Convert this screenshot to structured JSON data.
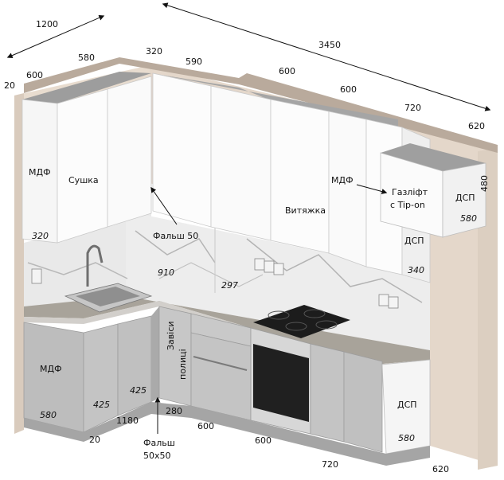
{
  "dimensions": {
    "left_width": "1200",
    "total_length": "3450",
    "top_580": "580",
    "top_320": "320",
    "top_590": "590",
    "top_600_left": "600",
    "top_600_a": "600",
    "top_600_b": "600",
    "top_720": "720",
    "top_620": "620",
    "left_20": "20",
    "upper_320": "320",
    "panel_910": "910",
    "panel_297": "297",
    "panel_340": "340",
    "hood_480": "480",
    "hood_580": "580",
    "base_580_left": "580",
    "base_425_a": "425",
    "base_425_b": "425",
    "base_1180": "1180",
    "base_280": "280",
    "base_20": "20",
    "bottom_600_a": "600",
    "bottom_600_b": "600",
    "bottom_720": "720",
    "bottom_580_right": "580",
    "bottom_620": "620"
  },
  "labels": {
    "mdf_upper_left": "МДФ",
    "dryer": "Сушка",
    "rebate_50": "Фальш 50",
    "hood": "Витяжка",
    "mdf_upper_right": "МДФ",
    "gaslift_line1": "Газліфт",
    "gaslift_line2": "с Tip-on",
    "dsp_top_right": "ДСП",
    "dsp_mid": "ДСП",
    "mdf_base_left": "МДФ",
    "shelf_hinges_line1": "Завіси",
    "shelf_hinges_line2": "полиці",
    "dsp_base_right": "ДСП",
    "rebate_bottom_line1": "Фальш",
    "rebate_bottom_line2": "50х50"
  },
  "colors": {
    "wall": "#e3d6c9",
    "wall_top": "#b9aa9d",
    "cabinet_white": "#fbfbfb",
    "base_gray": "#bdbdbd",
    "countertop": "#a8a39a",
    "marble": "#e7e7e7",
    "cooktop": "#1c1c1c",
    "oven_door": "#202020"
  }
}
